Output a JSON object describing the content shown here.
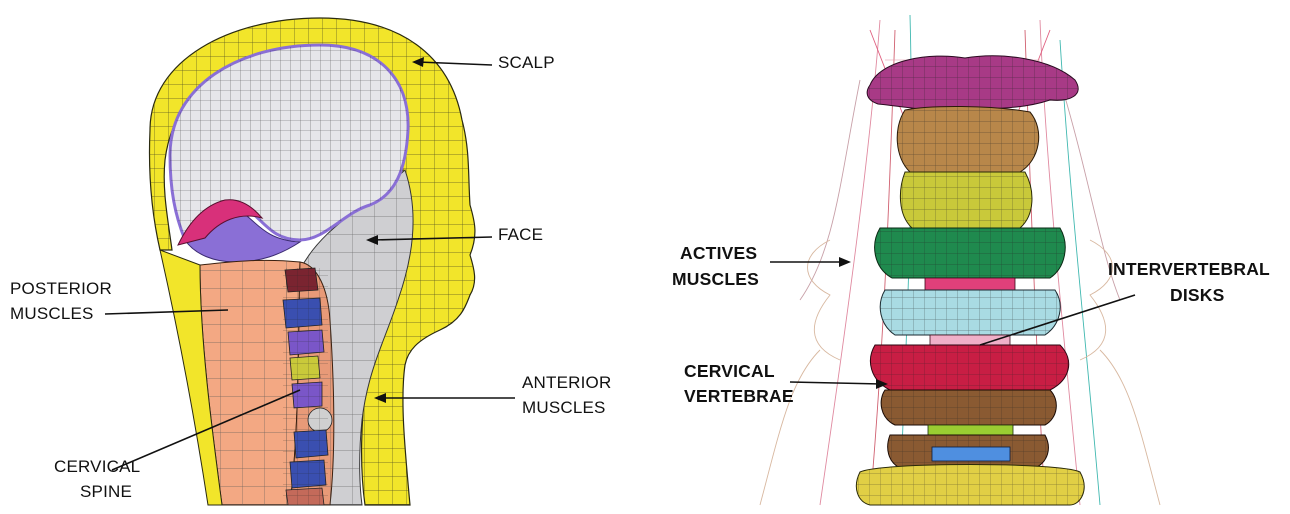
{
  "left_figure": {
    "labels": {
      "scalp": "SCALP",
      "face": "FACE",
      "posterior_muscles_line1": "POSTERIOR",
      "posterior_muscles_line2": "MUSCLES",
      "anterior_muscles_line1": "ANTERIOR",
      "anterior_muscles_line2": "MUSCLES",
      "cervical_spine_line1": "CERVICAL",
      "cervical_spine_line2": "SPINE"
    },
    "colors": {
      "scalp": "#f2e52a",
      "skull_inner": "#e6e6ea",
      "skull_outline": "#8a6fd6",
      "face_interior": "#cfcfd2",
      "posterior_muscles": "#f3a883",
      "brain_membrane": "#d8307a",
      "vertebra_dark": "#7a2430",
      "vertebra_blue": "#3a4fb0",
      "vertebra_purple": "#7a56c8"
    }
  },
  "right_figure": {
    "labels": {
      "actives_muscles_line1": "ACTIVES",
      "actives_muscles_line2": "MUSCLES",
      "intervertebral_disks_line1": "INTERVERTEBRAL",
      "intervertebral_disks_line2": "DISKS",
      "cervical_vertebrae_line1": "CERVICAL",
      "cervical_vertebrae_line2": "VERTEBRAE"
    },
    "colors": {
      "skull_base": "#a83a86",
      "c1": "#b8874a",
      "c2": "#c9c93a",
      "c3": "#1f8a4e",
      "disk_pink": "#e0407a",
      "c4": "#a9dbe3",
      "c5": "#c81e44",
      "c6": "#8a5a32",
      "disk_green": "#9acd32",
      "c7": "#e1cf45",
      "disk_blue": "#4f8fe0"
    }
  }
}
